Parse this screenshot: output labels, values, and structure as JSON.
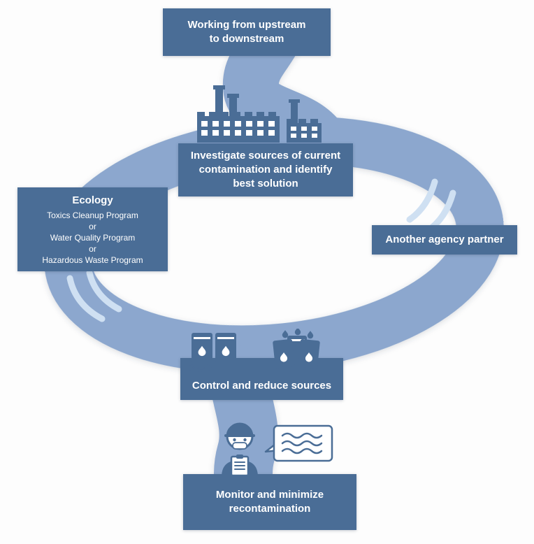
{
  "colors": {
    "box_bg": "#4a6d96",
    "river": "#8ca7ce",
    "accent": "#cfe0f2",
    "text": "#ffffff",
    "background": "#fdfdfd"
  },
  "diagram": {
    "upstream": {
      "lines": [
        "Working from upstream",
        "to downstream"
      ]
    },
    "investigate": {
      "lines": [
        "Investigate sources of current",
        "contamination and identify",
        "best solution"
      ]
    },
    "ecology": {
      "title": "Ecology",
      "lines": [
        "Toxics Cleanup Program",
        "or",
        "Water Quality Program",
        "or",
        "Hazardous Waste Program"
      ]
    },
    "partner": {
      "label": "Another agency partner"
    },
    "control": {
      "label": "Control and reduce sources"
    },
    "monitor": {
      "lines": [
        "Monitor and minimize",
        "recontamination"
      ]
    }
  },
  "icons": {
    "factory": "factory-icon",
    "barrels": "waste-barrels-icon",
    "inspector": "inspector-with-clipboard-icon",
    "speech_bubble": "water-speech-bubble-icon",
    "flow_marks": "flow-accent-marks"
  }
}
